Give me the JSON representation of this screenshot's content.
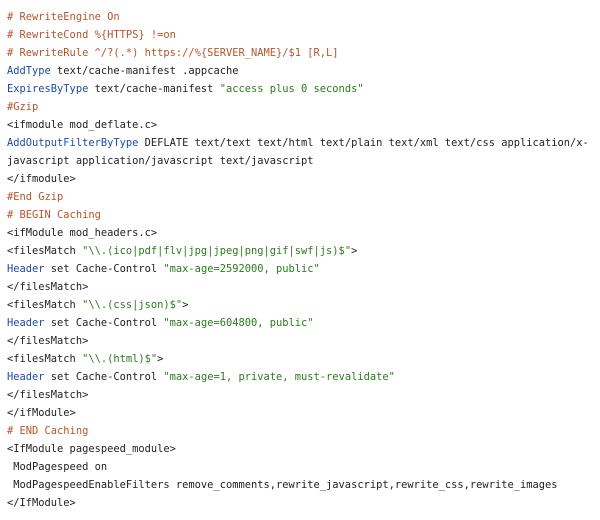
{
  "code": {
    "lines": [
      {
        "segments": [
          {
            "t": "# RewriteEngine On",
            "k": "comment"
          }
        ]
      },
      {
        "segments": [
          {
            "t": "# RewriteCond %{HTTPS} !=on",
            "k": "comment"
          }
        ]
      },
      {
        "segments": [
          {
            "t": "# RewriteRule ^/?(.*) https://%{SERVER_NAME}/$1 [R,L]",
            "k": "comment"
          }
        ]
      },
      {
        "segments": [
          {
            "t": "AddType",
            "k": "keyword"
          },
          {
            "t": " text/cache-manifest .appcache",
            "k": "plain"
          }
        ]
      },
      {
        "segments": [
          {
            "t": "ExpiresByType",
            "k": "keyword"
          },
          {
            "t": " text/cache-manifest ",
            "k": "plain"
          },
          {
            "t": "\"access plus 0 seconds\"",
            "k": "string"
          }
        ]
      },
      {
        "segments": [
          {
            "t": "#Gzip",
            "k": "comment"
          }
        ]
      },
      {
        "segments": [
          {
            "t": "<ifmodule mod_deflate.c>",
            "k": "tag"
          }
        ]
      },
      {
        "segments": [
          {
            "t": "AddOutputFilterByType",
            "k": "keyword"
          },
          {
            "t": " DEFLATE text/text text/html text/plain text/xml text/css application/x-",
            "k": "plain"
          }
        ]
      },
      {
        "segments": [
          {
            "t": "javascript application/javascript text/javascript",
            "k": "plain"
          }
        ]
      },
      {
        "segments": [
          {
            "t": "</ifmodule>",
            "k": "tag"
          }
        ]
      },
      {
        "segments": [
          {
            "t": "#End Gzip",
            "k": "comment"
          }
        ]
      },
      {
        "segments": [
          {
            "t": "# BEGIN Caching",
            "k": "comment"
          }
        ]
      },
      {
        "segments": [
          {
            "t": "<ifModule mod_headers.c>",
            "k": "tag"
          }
        ]
      },
      {
        "segments": [
          {
            "t": "<filesMatch ",
            "k": "tag"
          },
          {
            "t": "\"\\\\.(ico|pdf|flv|jpg|jpeg|png|gif|swf|js)$\"",
            "k": "string"
          },
          {
            "t": ">",
            "k": "tag"
          }
        ]
      },
      {
        "segments": [
          {
            "t": "Header",
            "k": "keyword"
          },
          {
            "t": " set Cache-Control ",
            "k": "plain"
          },
          {
            "t": "\"max-age=2592000, public\"",
            "k": "string"
          }
        ]
      },
      {
        "segments": [
          {
            "t": "</filesMatch>",
            "k": "tag"
          }
        ]
      },
      {
        "segments": [
          {
            "t": "<filesMatch ",
            "k": "tag"
          },
          {
            "t": "\"\\\\.(css|json)$\"",
            "k": "string"
          },
          {
            "t": ">",
            "k": "tag"
          }
        ]
      },
      {
        "segments": [
          {
            "t": "Header",
            "k": "keyword"
          },
          {
            "t": " set Cache-Control ",
            "k": "plain"
          },
          {
            "t": "\"max-age=604800, public\"",
            "k": "string"
          }
        ]
      },
      {
        "segments": [
          {
            "t": "</filesMatch>",
            "k": "tag"
          }
        ]
      },
      {
        "segments": [
          {
            "t": "<filesMatch ",
            "k": "tag"
          },
          {
            "t": "\"\\\\.(html)$\"",
            "k": "string"
          },
          {
            "t": ">",
            "k": "tag"
          }
        ]
      },
      {
        "segments": [
          {
            "t": "Header",
            "k": "keyword"
          },
          {
            "t": " set Cache-Control ",
            "k": "plain"
          },
          {
            "t": "\"max-age=1, private, must-revalidate\"",
            "k": "string"
          }
        ]
      },
      {
        "segments": [
          {
            "t": "</filesMatch>",
            "k": "tag"
          }
        ]
      },
      {
        "segments": [
          {
            "t": "</ifModule>",
            "k": "tag"
          }
        ]
      },
      {
        "segments": [
          {
            "t": "# END Caching",
            "k": "comment"
          }
        ]
      },
      {
        "segments": [
          {
            "t": "<IfModule pagespeed_module>",
            "k": "tag"
          }
        ]
      },
      {
        "segments": [
          {
            "t": " ModPagespeed on",
            "k": "plain"
          }
        ]
      },
      {
        "segments": [
          {
            "t": " ModPagespeedEnableFilters remove_comments,rewrite_javascript,rewrite_css,rewrite_images",
            "k": "plain"
          }
        ]
      },
      {
        "segments": [
          {
            "t": "</IfModule>",
            "k": "tag"
          }
        ]
      }
    ]
  },
  "colors": {
    "comment": "#b4542a",
    "keyword": "#1f4aa8",
    "string": "#2b7a1f",
    "plain": "#222222",
    "background": "#ffffff"
  }
}
